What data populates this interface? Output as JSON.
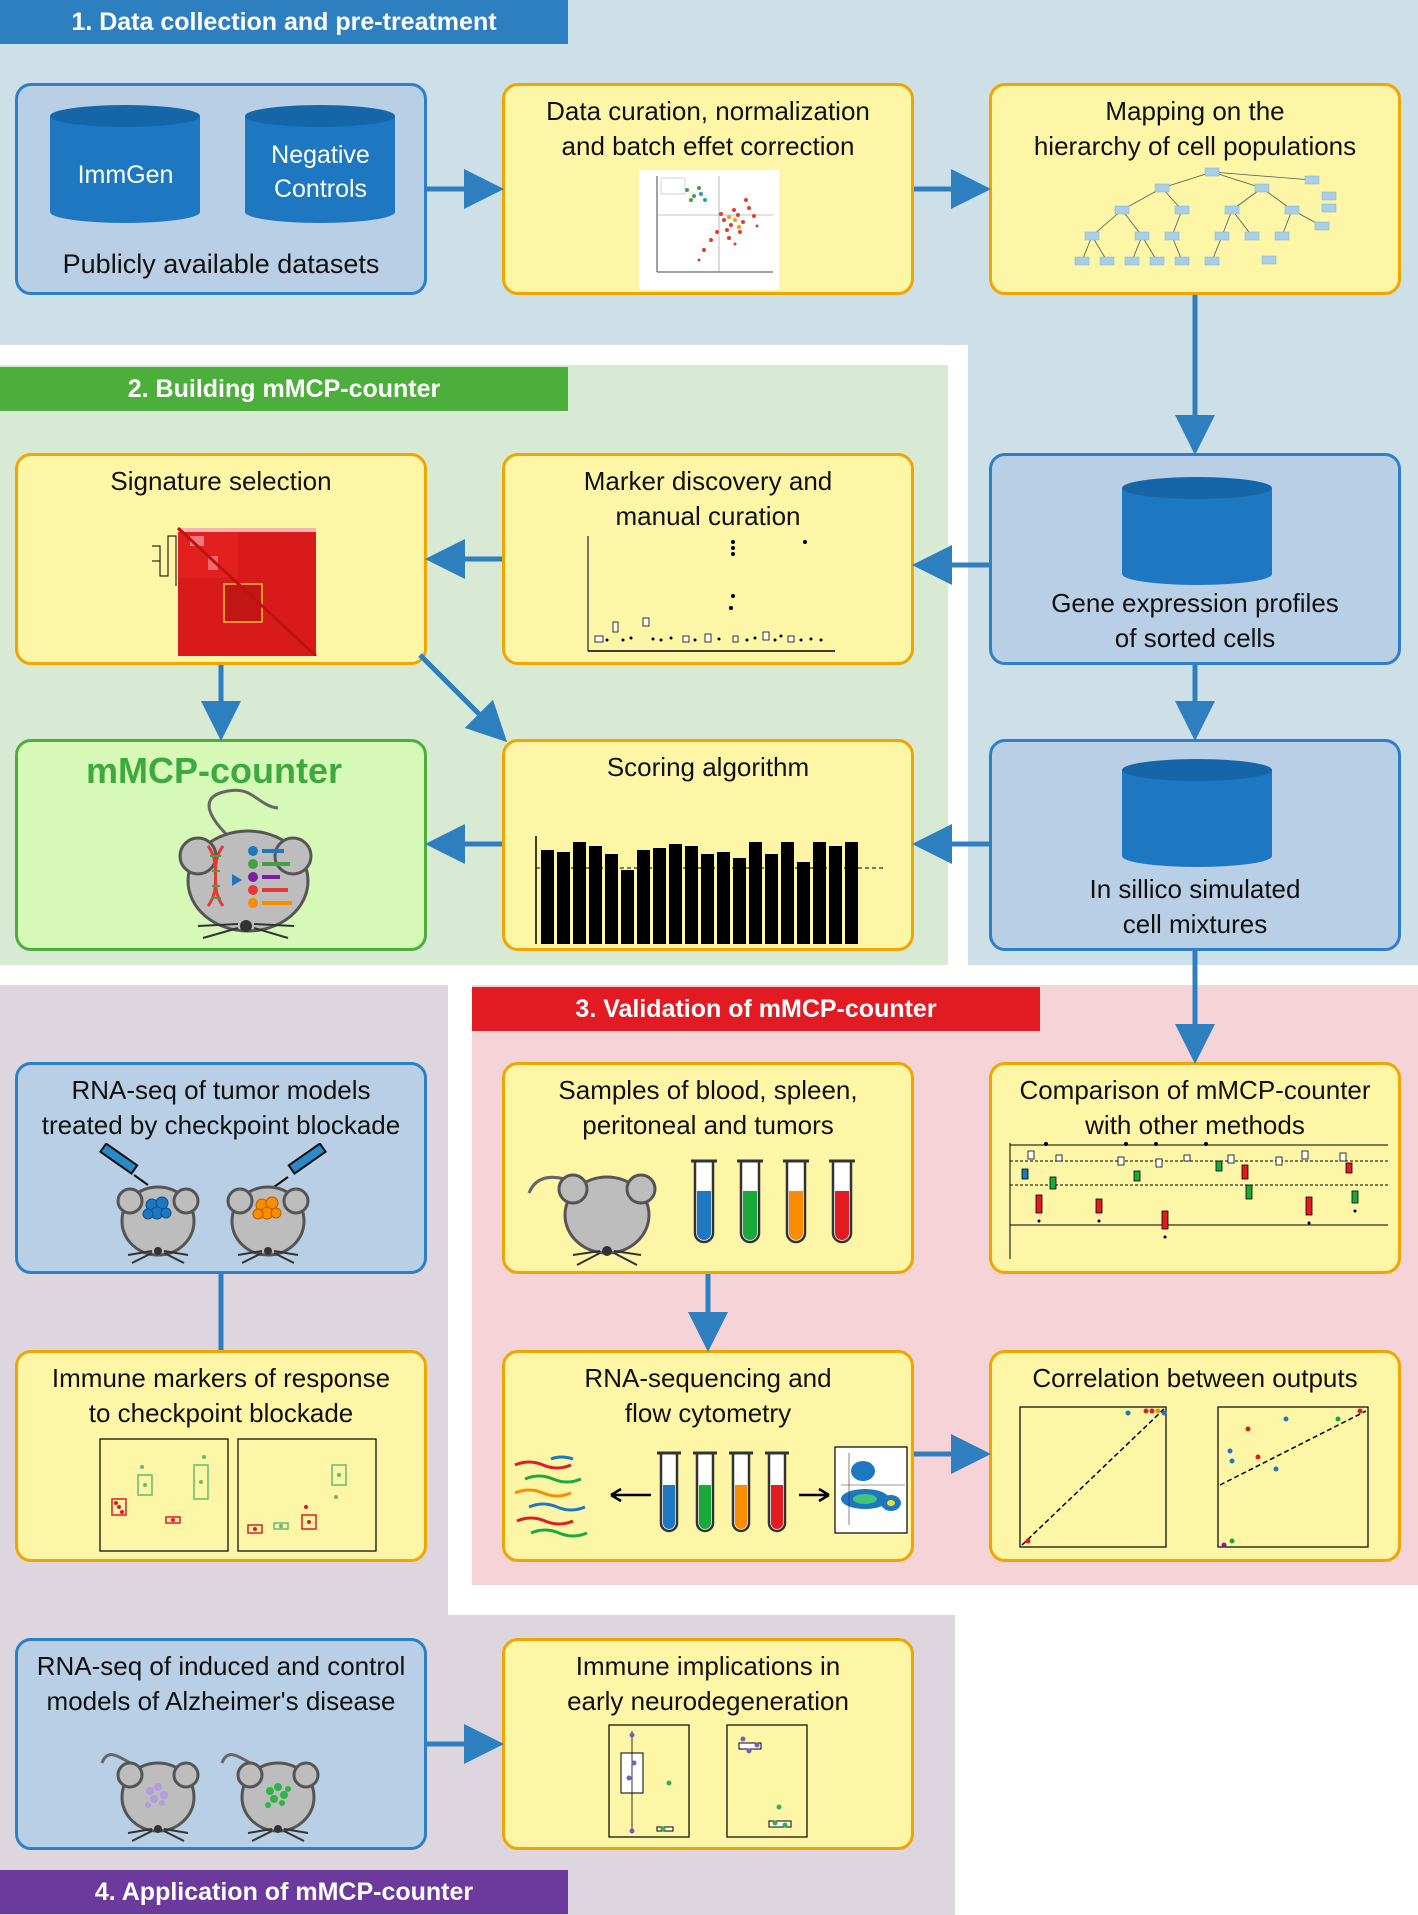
{
  "sections": {
    "s1": "1. Data collection and pre-treatment",
    "s2": "2. Building mMCP-counter",
    "s3": "3. Validation of mMCP-counter",
    "s4": "4. Application of mMCP-counter"
  },
  "boxes": {
    "datasets": {
      "db1": "ImmGen",
      "db2": "Negative\nControls",
      "caption": "Publicly available datasets"
    },
    "curation": "Data curation, normalization\nand batch effet correction",
    "mapping": "Mapping on the\nhierarchy of cell populations",
    "signature": "Signature selection",
    "marker": "Marker discovery and\nmanual curation",
    "profiles": "Gene expression profiles\nof sorted cells",
    "mmcp": "mMCP-counter",
    "scoring": "Scoring algorithm",
    "simulated": "In sillico simulated\ncell mixtures",
    "tumor_rnaseq": "RNA-seq of tumor models\ntreated by checkpoint blockade",
    "samples": "Samples of blood, spleen,\nperitoneal and tumors",
    "comparison": "Comparison of mMCP-counter\nwith other methods",
    "immune_markers": "Immune markers of response\nto checkpoint blockade",
    "rnaseq_flow": "RNA-sequencing and\nflow cytometry",
    "correlation": "Correlation between outputs",
    "alz_rnaseq": "RNA-seq of induced and control\nmodels of Alzheimer's disease",
    "neuro": "Immune implications in\nearly neurodegeneration"
  },
  "colors": {
    "tab1": "#2e7fc0",
    "tab2": "#4caf3c",
    "tab3": "#e21b22",
    "tab4": "#6b3a9c",
    "region1": "#cde0e7",
    "region2": "#d8ead4",
    "region3": "#f6d3d6",
    "region4": "#ddd6de",
    "arrow": "#2e7fc0"
  },
  "icons": [
    "database-icon",
    "mouse-icon",
    "syringe-icon",
    "test-tube-icon",
    "dna-icon"
  ]
}
